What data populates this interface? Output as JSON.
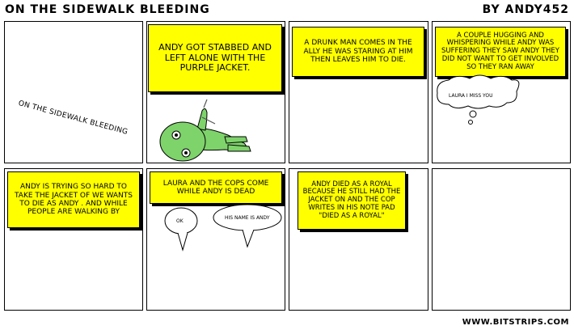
{
  "strip": {
    "title": "On the sidewalk bleeding",
    "author": "By andy452",
    "footer": "www.bitstrips.com"
  },
  "panels": [
    {
      "text": "On the sidewalk bleeding"
    },
    {
      "caption": "Andy got stabbed and left alone with the purple jacket."
    },
    {
      "caption": "A drunk man comes in the ally he was staring at him then leaves him to die."
    },
    {
      "caption": "A couple hugging and whispering while andy was suffering they saw andy they did not want to get involved so they ran away",
      "bubble": "Laura I miss you"
    },
    {
      "caption": "Andy is trying so hard to take the jacket of we wants to die as andy . and while people are walking by"
    },
    {
      "caption": "Laura and the cops come while andy is dead",
      "bubble_left": "ok",
      "bubble_right": "his name is andy"
    },
    {
      "caption": "Andy died as a royal because he still had the jacket on and the cop writes in his note pad \"died as a royal\""
    },
    {}
  ],
  "colors": {
    "caption_bg": "#ffff00",
    "character": "#7ed36b"
  }
}
